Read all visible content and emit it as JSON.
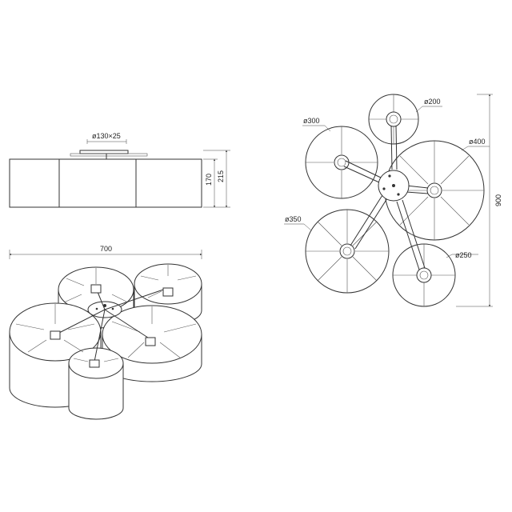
{
  "front_view": {
    "canopy_label": "ø130×25",
    "width_label": "700",
    "height_shade_label": "170",
    "height_total_label": "215"
  },
  "top_view": {
    "diam_300": "ø300",
    "diam_200": "ø200",
    "diam_400": "ø400",
    "diam_350": "ø350",
    "diam_250": "ø250",
    "total_height_label": "900"
  }
}
